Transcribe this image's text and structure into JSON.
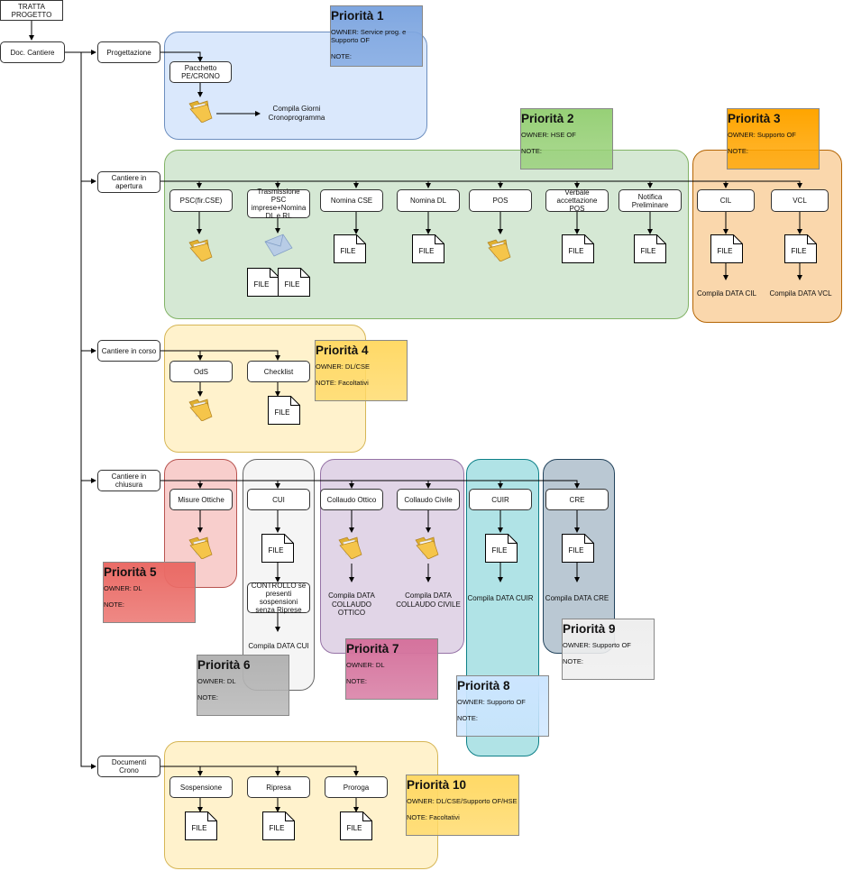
{
  "colors": {
    "blue_group": "#dae8fc",
    "green_group": "#d5e8d4",
    "orange_group": "#fad7ac",
    "yellow_group": "#fff2cc",
    "red_group": "#f8cecc",
    "grey_group": "#f5f5f5",
    "purple_group": "#e1d5e7",
    "cyan_group": "#b0e3e6",
    "slate_group": "#bac8d3"
  },
  "nodes": {
    "tratta": "TRATTA PROGETTO",
    "doc_cantiere": "Doc. Cantiere",
    "progettazione": "Progettazione",
    "cantiere_apertura": "Cantiere in apertura",
    "cantiere_corso": "Cantiere in corso",
    "cantiere_chiusura": "Cantiere in chiusura",
    "documenti_crono": "Documenti Crono",
    "pacchetto": "Pacchetto PE/CRONO",
    "psc": "PSC(fir.CSE)",
    "trasmissione": "Trasmissione PSC imprese+Nomina DL e RL",
    "nomina_cse": "Nomina CSE",
    "nomina_dl": "Nomina DL",
    "pos": "POS",
    "verbale": "Verbale accettazione POS",
    "notifica": "Notifica Preliminare",
    "cil": "CIL",
    "vcl": "VCL",
    "ods": "OdS",
    "checklist": "Checklist",
    "misure": "Misure Ottiche",
    "cui": "CUI",
    "collaudo_ottico": "Collaudo Ottico",
    "collaudo_civile": "Collaudo Civile",
    "cuir": "CUIR",
    "cre": "CRE",
    "controllo": "CONTROLLO se presenti sospensioni senza Riprese",
    "sospensione": "Sospensione",
    "ripresa": "Ripresa",
    "proroga": "Proroga"
  },
  "labels": {
    "compila_giorni": "Compila Giorni Cronoprogramma",
    "compila_cil": "Compila DATA CIL",
    "compila_vcl": "Compila DATA VCL",
    "compila_cui": "Compila DATA CUI",
    "compila_coll_ottico": "Compila DATA COLLAUDO OTTICO",
    "compila_coll_civile": "Compila DATA COLLAUDO CIVILE",
    "compila_cuir": "Compila DATA CUIR",
    "compila_cre": "Compila DATA CRE"
  },
  "file_label": "FILE",
  "priorities": [
    {
      "title": "Priorità 1",
      "owner": "OWNER: Service prog. e Supporto OF",
      "note": "NOTE:",
      "fill": "#7ea6e0"
    },
    {
      "title": "Priorità 2",
      "owner": "OWNER: HSE OF",
      "note": "NOTE:",
      "fill": "#97d077"
    },
    {
      "title": "Priorità 3",
      "owner": "OWNER: Supporto OF",
      "note": "NOTE:",
      "fill": "#ffa500"
    },
    {
      "title": "Priorità 4",
      "owner": "OWNER: DL/CSE",
      "note": "NOTE: Facoltativi",
      "fill": "#ffd966"
    },
    {
      "title": "Priorità 5",
      "owner": "OWNER: DL",
      "note": "NOTE:",
      "fill": "#ea6b66"
    },
    {
      "title": "Priorità 6",
      "owner": "OWNER: DL",
      "note": "NOTE:",
      "fill": "#b3b3b3"
    },
    {
      "title": "Priorità 7",
      "owner": "OWNER: DL",
      "note": "NOTE:",
      "fill": "#d5739d"
    },
    {
      "title": "Priorità 8",
      "owner": "OWNER: Supporto OF",
      "note": "NOTE:",
      "fill": "#cce5ff"
    },
    {
      "title": "Priorità 9",
      "owner": "OWNER: Supporto OF",
      "note": "NOTE:",
      "fill": "#eeeeee"
    },
    {
      "title": "Priorità 10",
      "owner": "OWNER: DL/CSE/Supporto OF/HSE",
      "note": "NOTE: Facoltativi",
      "fill": "#ffd966"
    }
  ]
}
